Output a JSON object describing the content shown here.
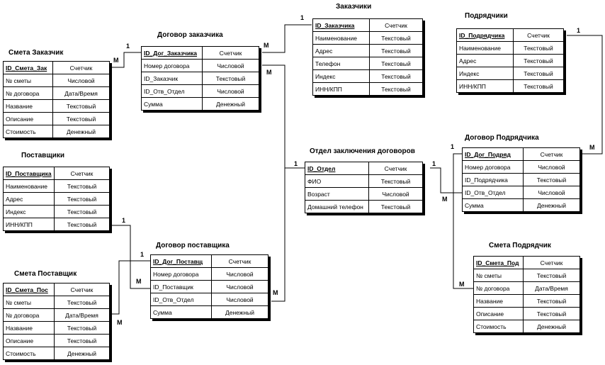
{
  "tables": [
    {
      "id": "smeta_zak",
      "title": "Смета Заказчик",
      "rows": [
        [
          "ID_Смета_Зак",
          "Счетчик"
        ],
        [
          "№ сметы",
          "Числовой"
        ],
        [
          "№ договора",
          "Дата/Время"
        ],
        [
          "Название",
          "Текстовый"
        ],
        [
          "Описание",
          "Текстовый"
        ],
        [
          "Стоимость",
          "Денежный"
        ]
      ]
    },
    {
      "id": "dog_zak",
      "title": "Договор заказчика",
      "rows": [
        [
          "ID_Дог_Заказчика",
          "Счетчик"
        ],
        [
          "Номер договора",
          "Числовой"
        ],
        [
          "ID_Заказчик",
          "Текстовый"
        ],
        [
          "ID_Отв_Отдел",
          "Числовой"
        ],
        [
          "Сумма",
          "Денежный"
        ]
      ]
    },
    {
      "id": "zakazchiki",
      "title": "Заказчики",
      "rows": [
        [
          "ID_Заказчика",
          "Счетчик"
        ],
        [
          "Наименование",
          "Текстовый"
        ],
        [
          "Адрес",
          "Текстовый"
        ],
        [
          "Телефон",
          "Текстовый"
        ],
        [
          "Индекс",
          "Текстовый"
        ],
        [
          "ИНН/КПП",
          "Текстовый"
        ]
      ]
    },
    {
      "id": "podryadchiki",
      "title": "Подрядчики",
      "rows": [
        [
          "ID_Подрядчика",
          "Счетчик"
        ],
        [
          "Наименование",
          "Текстовый"
        ],
        [
          "Адрес",
          "Текстовый"
        ],
        [
          "Индекс",
          "Текстовый"
        ],
        [
          "ИНН/КПП",
          "Текстовый"
        ]
      ]
    },
    {
      "id": "postavshiki",
      "title": "Поставщики",
      "rows": [
        [
          "ID_Поставщика",
          "Счетчик"
        ],
        [
          "Наименование",
          "Текстовый"
        ],
        [
          "Адрес",
          "Текстовый"
        ],
        [
          "Индекс",
          "Текстовый"
        ],
        [
          "ИНН/КПП",
          "Текстовый"
        ]
      ]
    },
    {
      "id": "otdel",
      "title": "Отдел заключения договоров",
      "rows": [
        [
          "ID_Отдел",
          "Счетчик"
        ],
        [
          "ФИО",
          "Текстовый"
        ],
        [
          "Возраст",
          "Числовой"
        ],
        [
          "Домашний телефон",
          "Текстовый"
        ]
      ]
    },
    {
      "id": "dog_podr",
      "title": "Договор Подрядчика",
      "rows": [
        [
          "ID_Дог_Подряд",
          "Счетчик"
        ],
        [
          "Номер договора",
          "Числовой"
        ],
        [
          "ID_Подрядчика",
          "Текстовый"
        ],
        [
          "ID_Отв_Отдел",
          "Числовой"
        ],
        [
          "Сумма",
          "Денежный"
        ]
      ]
    },
    {
      "id": "dog_post",
      "title": "Договор поставщика",
      "rows": [
        [
          "ID_Дог_Поставщ",
          "Счетчик"
        ],
        [
          "Номер договора",
          "Числовой"
        ],
        [
          "ID_Поставщик",
          "Числовой"
        ],
        [
          "ID_Отв_Отдел",
          "Числовой"
        ],
        [
          "Сумма",
          "Денежный"
        ]
      ]
    },
    {
      "id": "smeta_post",
      "title": "Смета Поставщик",
      "rows": [
        [
          "ID_Смета_Пос",
          "Счетчик"
        ],
        [
          "№ сметы",
          "Текстовый"
        ],
        [
          "№ договора",
          "Дата/Время"
        ],
        [
          "Название",
          "Текстовый"
        ],
        [
          "Описание",
          "Текстовый"
        ],
        [
          "Стоимость",
          "Денежный"
        ]
      ]
    },
    {
      "id": "smeta_podr",
      "title": "Смета Подрядчик",
      "rows": [
        [
          "ID_Смета_Под",
          "Счетчик"
        ],
        [
          "№ сметы",
          "Текстовый"
        ],
        [
          "№ договора",
          "Дата/Время"
        ],
        [
          "Название",
          "Текстовый"
        ],
        [
          "Описание",
          "Текстовый"
        ],
        [
          "Стоимость",
          "Денежный"
        ]
      ]
    }
  ],
  "cardinality": {
    "one": "1",
    "many": "М"
  }
}
